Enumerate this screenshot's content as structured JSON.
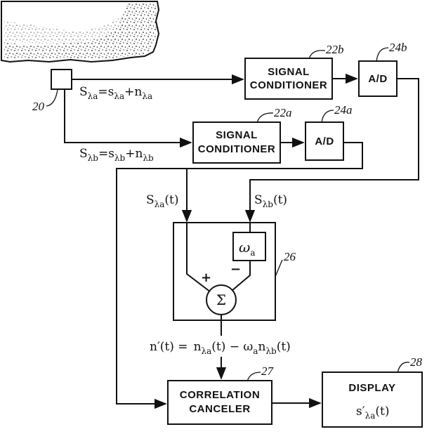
{
  "blocks": {
    "sensor_ref": "20",
    "sc_b": {
      "line1": "SIGNAL",
      "line2": "CONDITIONER",
      "ref": "22b"
    },
    "ad_b": {
      "label": "A/D",
      "ref": "24b"
    },
    "sc_a": {
      "line1": "SIGNAL",
      "line2": "CONDITIONER",
      "ref": "22a"
    },
    "ad_a": {
      "label": "A/D",
      "ref": "24a"
    },
    "weight": {
      "symbol": "ω",
      "sub": "a"
    },
    "summer": {
      "symbol": "Σ",
      "plus": "+",
      "minus": "−",
      "ref": "26"
    },
    "canceler": {
      "line1": "CORRELATION",
      "line2": "CANCELER",
      "ref": "27"
    },
    "display": {
      "line1": "DISPLAY",
      "expr": "s′",
      "sub": "λa",
      "tail": "(t)",
      "ref": "28"
    }
  },
  "signals": {
    "eq_a": {
      "lhs": "S",
      "lhs_sub": "λa",
      "eq": "=s",
      "s_sub": "λa",
      "plus": "+n",
      "n_sub": "λa"
    },
    "eq_b": {
      "lhs": "S",
      "lhs_sub": "λb",
      "eq": "=s",
      "s_sub": "λb",
      "plus": "+n",
      "n_sub": "λb"
    },
    "sa_t": {
      "base": "S",
      "sub": "λa",
      "tail": "(t)"
    },
    "sb_t": {
      "base": "S",
      "sub": "λb",
      "tail": "(t)"
    },
    "noise": {
      "lhs": "n′(t) =",
      "n1": "n",
      "n1_sub": "λa",
      "mid": "(t) − ω",
      "w_sub": "a",
      "n2": "n",
      "n2_sub": "λb",
      "tail": "(t)"
    }
  },
  "colors": {
    "ink": "#111111",
    "background": "#ffffff"
  }
}
